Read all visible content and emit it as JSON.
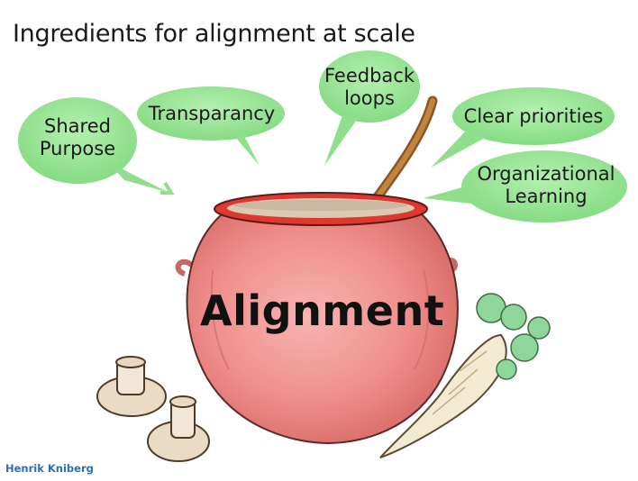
{
  "title": "Ingredients for alignment at scale",
  "bubbles": {
    "shared_purpose": "Shared\nPurpose",
    "transparency": "Transparancy",
    "feedback_loops": "Feedback\nloops",
    "clear_priorities": "Clear priorities",
    "organizational_learning": "Organizational\nLearning"
  },
  "pot_label": "Alignment",
  "credit": "Henrik Kniberg",
  "colors": {
    "bubble_fill": "#9ce69a",
    "pot_body": "#ef8f8c",
    "pot_rim": "#e0372f",
    "spoon": "#b4733a",
    "parsnip": "#f1e6c8",
    "leaves": "#8fd69a",
    "mushroom": "#eadbc4"
  }
}
